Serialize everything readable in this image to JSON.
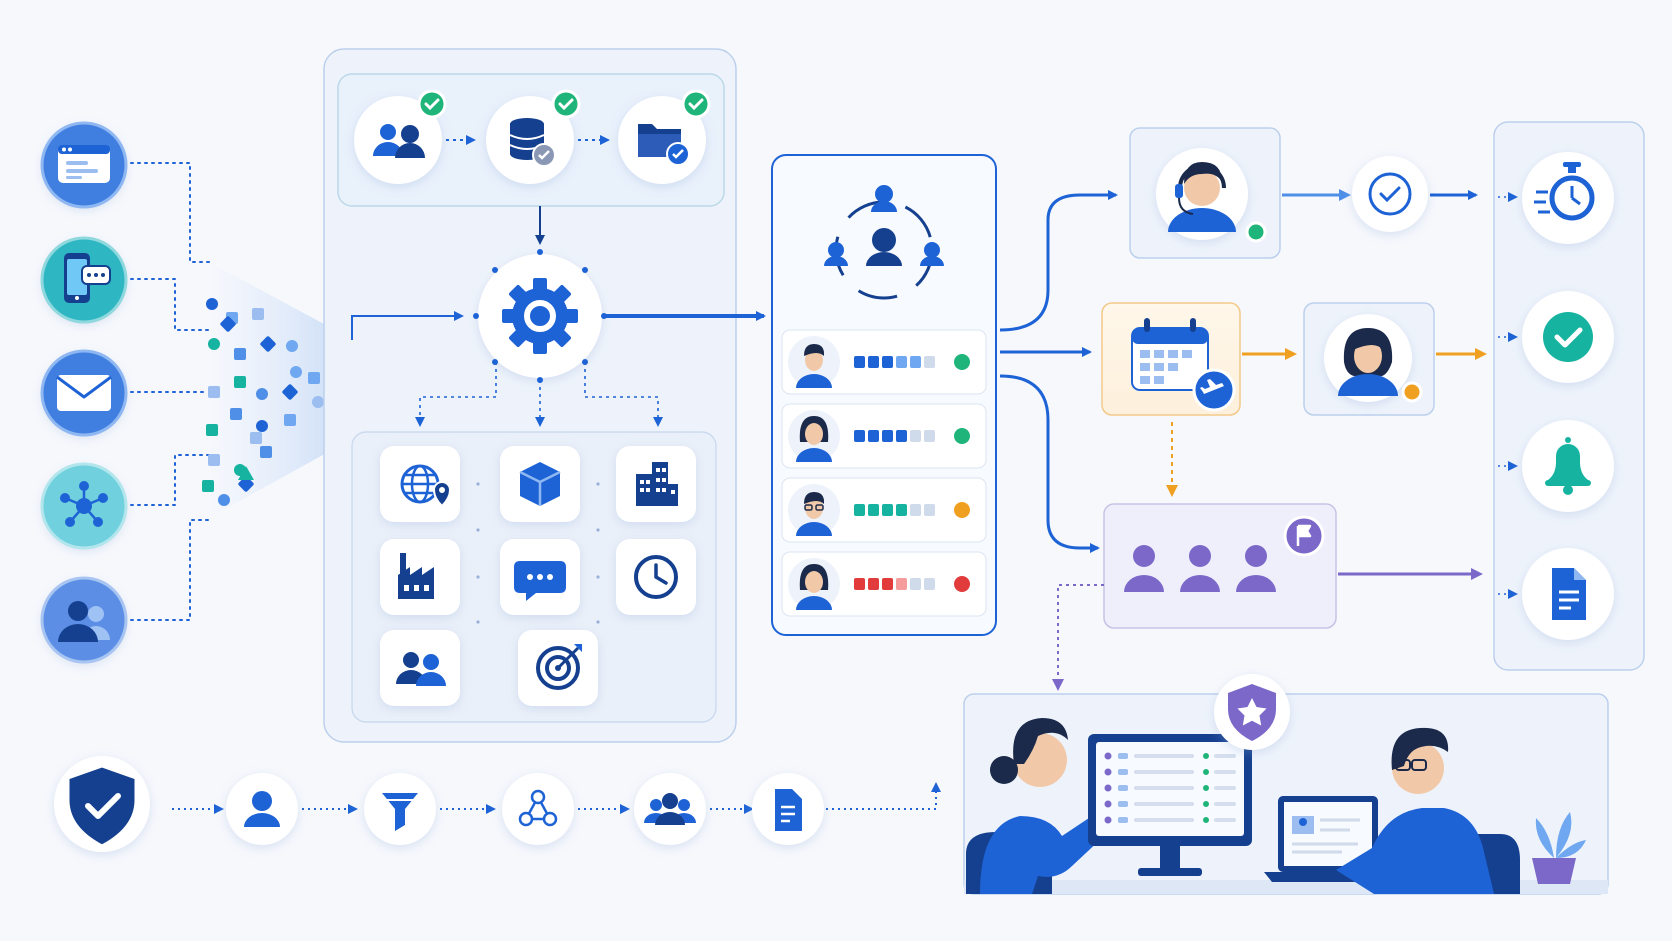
{
  "colors": {
    "primary": "#1e63d6",
    "primary_dark": "#15408f",
    "light_blue": "#6fa8f0",
    "teal": "#16b3a0",
    "green": "#1fb57a",
    "orange": "#f0a020",
    "red": "#e23b3b",
    "purple": "#7b68c9",
    "panel_border": "#bcd0ec",
    "panel_bg": "#eef3fb"
  },
  "sources": [
    {
      "name": "browser-window-icon",
      "style": "blue"
    },
    {
      "name": "mobile-chat-icon",
      "style": "teal"
    },
    {
      "name": "email-envelope-icon",
      "style": "blue"
    },
    {
      "name": "network-hub-icon",
      "style": "teal"
    },
    {
      "name": "user-group-icon",
      "style": "blue"
    }
  ],
  "ingest_steps": [
    {
      "name": "users-icon",
      "status": "check"
    },
    {
      "name": "database-icon",
      "status": "check"
    },
    {
      "name": "folder-check-icon",
      "status": "check"
    }
  ],
  "hub_icon": "gear-icon",
  "categories": [
    "globe-location-icon",
    "package-box-icon",
    "office-buildings-icon",
    "factory-icon",
    "chat-bubble-icon",
    "clock-icon",
    "team-icon",
    "target-icon"
  ],
  "agents": [
    {
      "name": "agent-male",
      "segments": [
        "#1e63d6",
        "#1e63d6",
        "#1e63d6",
        "#6fa8f0",
        "#6fa8f0",
        "#cfdaea"
      ],
      "status": "#1fb57a"
    },
    {
      "name": "agent-female",
      "segments": [
        "#1e63d6",
        "#1e63d6",
        "#1e63d6",
        "#1e63d6",
        "#cfdaea",
        "#cfdaea"
      ],
      "status": "#1fb57a"
    },
    {
      "name": "agent-glasses",
      "segments": [
        "#16b3a0",
        "#16b3a0",
        "#16b3a0",
        "#16b3a0",
        "#cfdaea",
        "#cfdaea"
      ],
      "status": "#f0a020"
    },
    {
      "name": "agent-female-2",
      "segments": [
        "#e23b3b",
        "#e23b3b",
        "#e23b3b",
        "#f59b9b",
        "#cfdaea",
        "#cfdaea"
      ],
      "status": "#e23b3b"
    }
  ],
  "routes": {
    "support": {
      "icon": "headset-agent-icon",
      "status": "#1fb57a",
      "next": "check-circle-icon"
    },
    "schedule": {
      "icon": "calendar-travel-icon",
      "next_person": "female-specialist-icon",
      "status": "#f0a020"
    },
    "team": {
      "icon": "team-escalation-icon",
      "badge": "flag-icon"
    }
  },
  "outcomes": [
    "stopwatch-icon",
    "done-check-icon",
    "notification-bell-icon",
    "report-document-icon"
  ],
  "security_chain": [
    "shield-check-icon",
    "user-icon",
    "filter-icon",
    "nodes-icon",
    "group-icon",
    "document-icon"
  ]
}
